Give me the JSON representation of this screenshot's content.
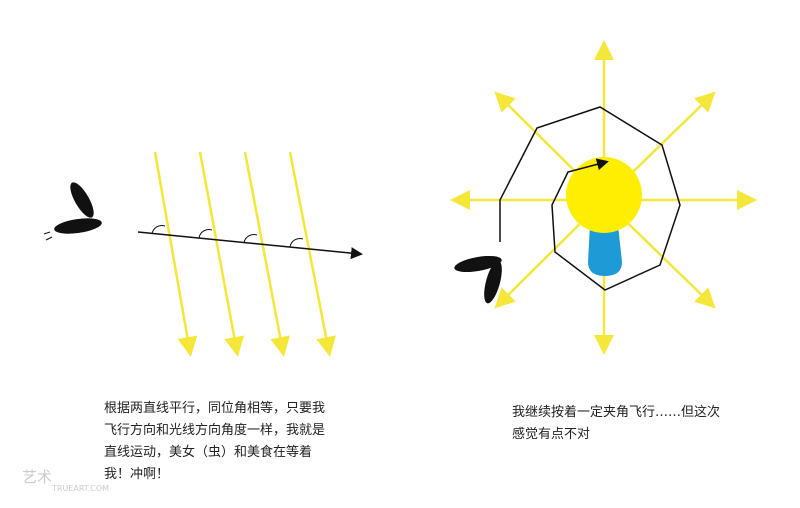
{
  "left_caption": "根据两直线平行，同位角相等，只要我飞行方向和光线方向角度一样，我就是直线运动，美女（虫）和美食在等着我！冲啊！",
  "right_caption": "我继续按着一定夹角飞行……但这次感觉有点不对",
  "watermark": {
    "logo": "艺术",
    "site": "TRUEART.COM"
  },
  "colors": {
    "light": "#ffee00",
    "ray": "#f5e63a",
    "bulb_base": "#1e9bd7",
    "ink": "#111111"
  }
}
